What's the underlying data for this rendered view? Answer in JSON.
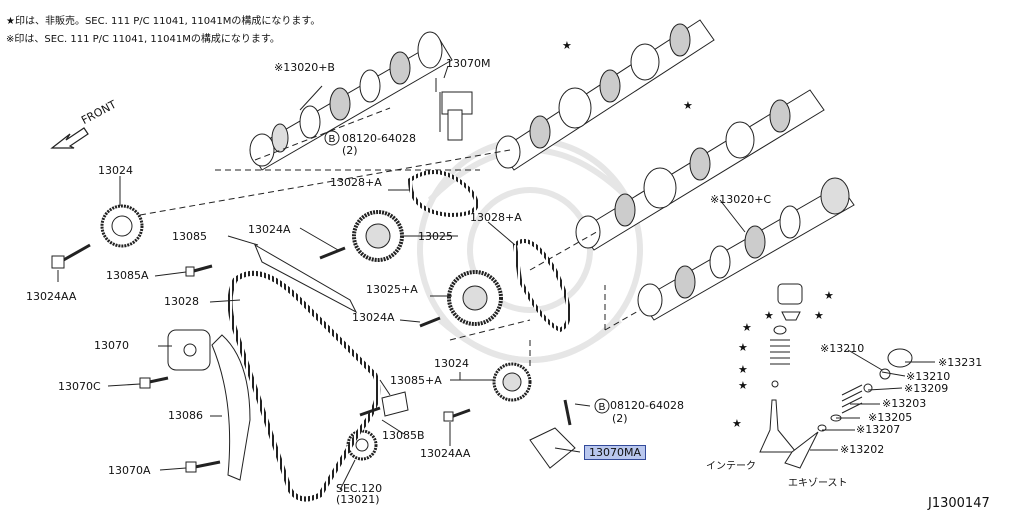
{
  "notes": [
    "★印は、非販売。SEC. 111 P/C 11041, 11041Mの構成になります。",
    "※印は、SEC. 111 P/C 11041, 11041Mの構成になります。"
  ],
  "front_label": "FRONT",
  "diagram_id": "J1300147",
  "labels": {
    "p13020B": "※13020+B",
    "p13070M": "13070M",
    "p08120_a": "08120-64028",
    "p08120_a_qty": "(2)",
    "p13024_top": "13024",
    "p13028A_top": "13028+A",
    "p13024A": "13024A",
    "p13085": "13085",
    "p13025": "13025",
    "p13028A_mid": "13028+A",
    "p13020C": "※13020+C",
    "p13085A": "13085A",
    "p13028": "13028",
    "p13024AA_left": "13024AA",
    "p13025A": "13025+A",
    "p13024A_mid": "13024A",
    "p13070": "13070",
    "p13024_mid": "13024",
    "p13085A_mid": "13085+A",
    "p13070C": "13070C",
    "p13086": "13086",
    "p08120_b": "08120-64028",
    "p08120_b_qty": "(2)",
    "p13085B": "13085B",
    "p13024AA_mid": "13024AA",
    "p13070MA": "13070MA",
    "p13070A": "13070A",
    "sec120": "SEC.120",
    "sec120_sub": "(13021)",
    "p13210_a": "※13210",
    "p13231": "※13231",
    "p13210_b": "※13210",
    "p13209": "※13209",
    "p13203": "※13203",
    "p13205": "※13205",
    "p13207": "※13207",
    "p13202": "※13202",
    "intake": "インテーク",
    "exhaust": "エキゾースト"
  },
  "circle_b": "B",
  "star": "★"
}
